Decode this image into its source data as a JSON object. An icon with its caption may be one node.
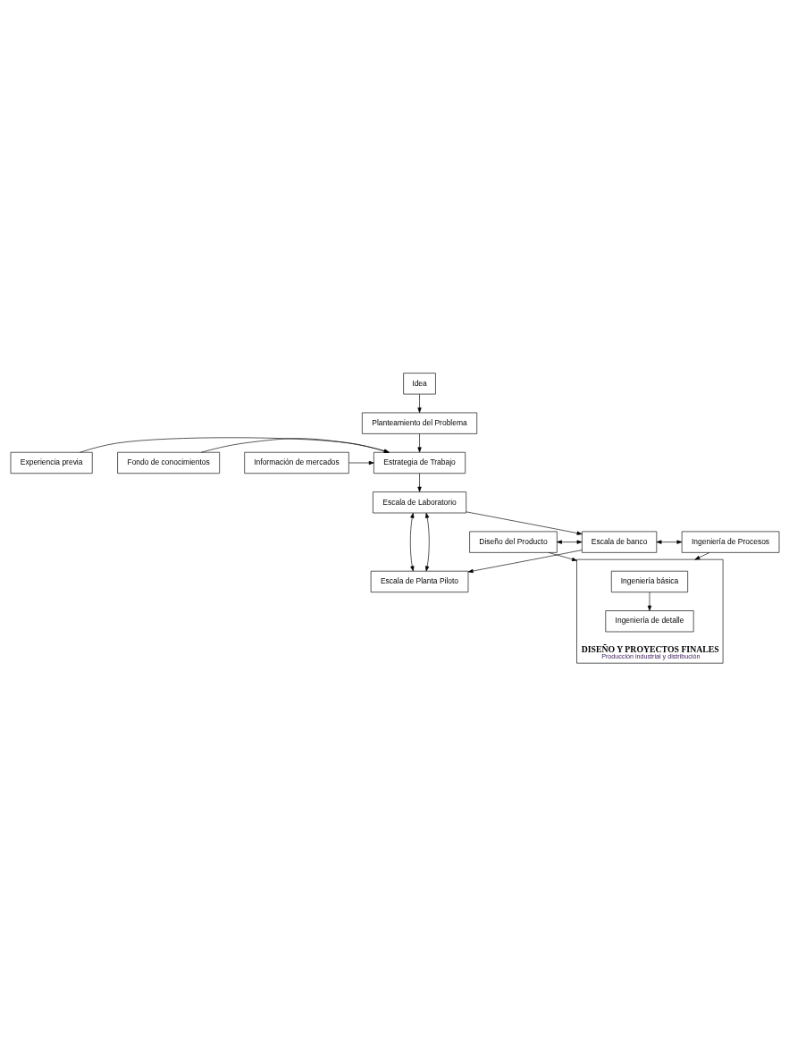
{
  "diagram": {
    "nodes": [
      {
        "text": [
          "Idea"
        ]
      },
      {
        "text": [
          "Planteamiento del Problema"
        ]
      },
      {
        "text": [
          "Experiencia previa"
        ]
      },
      {
        "text": [
          "Estrategia de Trabajo"
        ]
      },
      {
        "text": [
          "Fondo de conocimientos"
        ]
      },
      {
        "text": [
          "Información de mercados"
        ]
      },
      {
        "text": [
          "Escala de Laboratorio"
        ]
      },
      {
        "text": [
          "Diseño del Producto"
        ]
      },
      {
        "text": [
          "Escala de banco"
        ]
      },
      {
        "text": [
          "Ingeniería de Procesos"
        ]
      },
      {
        "text": [
          "Escala de Planta Piloto"
        ]
      },
      {
        "text": [
          "DISEÑO Y PROYECTOS FINALES",
          "Producción industrial y distribución"
        ]
      },
      {
        "text": [
          "Ingeniería básica"
        ],
        "in": 11
      },
      {
        "text": [
          "Ingeniería de detalle"
        ],
        "in": 11
      }
    ],
    "edges": [
      {
        "from": 0,
        "to": 1,
        "arrow": "to"
      },
      {
        "from": 1,
        "to": 3,
        "arrow": "to"
      },
      {
        "from": 2,
        "to": 3,
        "arrow": "to"
      },
      {
        "from": 4,
        "to": 3,
        "arrow": "to"
      },
      {
        "from": 5,
        "to": 3,
        "arrow": "to"
      },
      {
        "from": 3,
        "to": 6,
        "arrow": "to"
      },
      {
        "from": 6,
        "to": 8,
        "arrow": "to"
      },
      {
        "from": 7,
        "to": 8,
        "arrow": "both"
      },
      {
        "from": 8,
        "to": 9,
        "arrow": "both"
      },
      {
        "from": 8,
        "to": 10,
        "arrow": "to"
      },
      {
        "from": 6,
        "to": 10,
        "arrow": "both"
      },
      {
        "from": 6,
        "to": 10,
        "arrow": "both"
      },
      {
        "from": 7,
        "to": 11,
        "arrow": "to"
      },
      {
        "from": 9,
        "to": 11,
        "arrow": "to"
      },
      {
        "from": 12,
        "to": 13,
        "arrow": "to"
      }
    ]
  }
}
